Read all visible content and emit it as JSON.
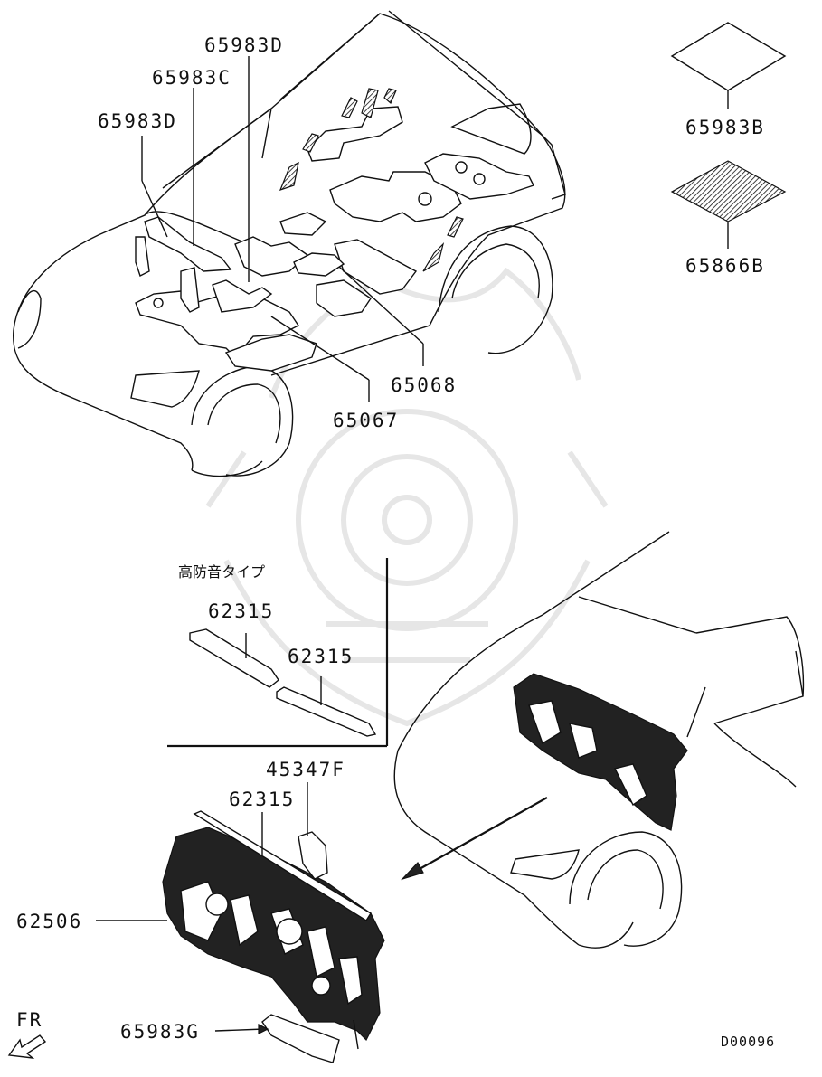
{
  "labels": {
    "p65983D_top": "65983D",
    "p65983C": "65983C",
    "p65983D_left": "65983D",
    "p65983B": "65983B",
    "p65866B": "65866B",
    "p65068": "65068",
    "p65067": "65067",
    "note_high_insulation": "高防音タイプ",
    "p62315_a": "62315",
    "p62315_b": "62315",
    "p45347F": "45347F",
    "p62315_c": "62315",
    "p62506": "62506",
    "p65983G": "65983G",
    "front_indicator": "FR",
    "diagram_code": "D00096"
  },
  "icons": {
    "front_arrow": "front-direction-arrow-icon",
    "watermark": "samurai-helmet-watermark"
  },
  "colors": {
    "line": "#111111",
    "background": "#ffffff",
    "watermark": "#e6e6e6"
  }
}
